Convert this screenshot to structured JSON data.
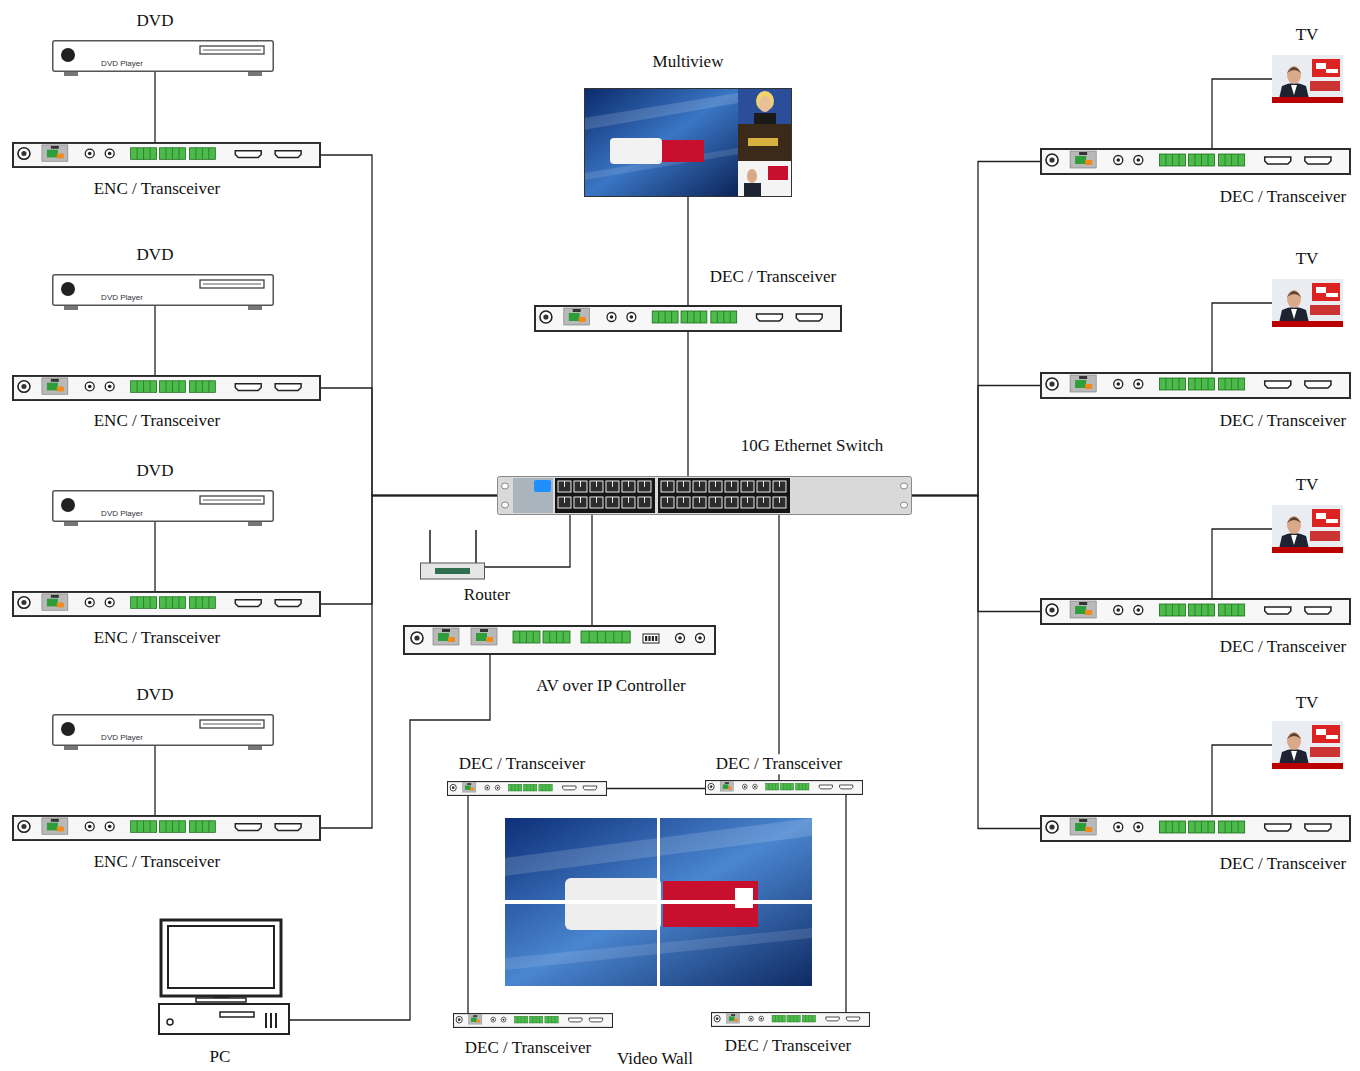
{
  "diagram": {
    "nodes": [
      {
        "text": [
          "DVD",
          "DVD Player"
        ]
      },
      {
        "text": [
          "ENC / Transceiver"
        ]
      },
      {
        "text": [
          "DVD",
          "DVD Player"
        ]
      },
      {
        "text": [
          "ENC / Transceiver"
        ]
      },
      {
        "text": [
          "DVD",
          "DVD Player"
        ]
      },
      {
        "text": [
          "ENC / Transceiver"
        ]
      },
      {
        "text": [
          "DVD",
          "DVD Player"
        ]
      },
      {
        "text": [
          "ENC / Transceiver"
        ]
      },
      {
        "text": [
          "PC"
        ]
      },
      {
        "text": [
          "Multiview"
        ]
      },
      {
        "text": [
          "DEC / Transceiver"
        ]
      },
      {
        "text": [
          "10G Ethernet Switch"
        ]
      },
      {
        "text": [
          "Router"
        ]
      },
      {
        "text": [
          "AV over IP Controller"
        ]
      },
      {
        "text": [
          "DEC / Transceiver"
        ]
      },
      {
        "text": [
          "DEC / Transceiver"
        ]
      },
      {
        "text": [
          "Video Wall"
        ]
      },
      {
        "text": [
          "DEC / Transceiver"
        ]
      },
      {
        "text": [
          "DEC / Transceiver"
        ]
      },
      {
        "text": [
          "TV"
        ]
      },
      {
        "text": [
          "DEC / Transceiver"
        ]
      },
      {
        "text": [
          "TV"
        ]
      },
      {
        "text": [
          "DEC / Transceiver"
        ]
      },
      {
        "text": [
          "TV"
        ]
      },
      {
        "text": [
          "DEC / Transceiver"
        ]
      },
      {
        "text": [
          "TV"
        ]
      },
      {
        "text": [
          "DEC / Transceiver"
        ]
      }
    ],
    "edges": [
      {
        "from": 0,
        "to": 1,
        "arrow": "none"
      },
      {
        "from": 2,
        "to": 3,
        "arrow": "none"
      },
      {
        "from": 4,
        "to": 5,
        "arrow": "none"
      },
      {
        "from": 6,
        "to": 7,
        "arrow": "none"
      },
      {
        "from": 1,
        "to": 11,
        "arrow": "none"
      },
      {
        "from": 3,
        "to": 11,
        "arrow": "none"
      },
      {
        "from": 5,
        "to": 11,
        "arrow": "none"
      },
      {
        "from": 7,
        "to": 11,
        "arrow": "none"
      },
      {
        "from": 9,
        "to": 10,
        "arrow": "none"
      },
      {
        "from": 10,
        "to": 11,
        "arrow": "none"
      },
      {
        "from": 12,
        "to": 11,
        "arrow": "none"
      },
      {
        "from": 13,
        "to": 11,
        "arrow": "none"
      },
      {
        "from": 13,
        "to": 8,
        "arrow": "none"
      },
      {
        "from": 11,
        "to": 15,
        "arrow": "none"
      },
      {
        "from": 14,
        "to": 15,
        "arrow": "none"
      },
      {
        "from": 14,
        "to": 17,
        "arrow": "none"
      },
      {
        "from": 15,
        "to": 18,
        "arrow": "none"
      },
      {
        "from": 11,
        "to": 20,
        "arrow": "none"
      },
      {
        "from": 11,
        "to": 22,
        "arrow": "none"
      },
      {
        "from": 11,
        "to": 24,
        "arrow": "none"
      },
      {
        "from": 11,
        "to": 26,
        "arrow": "none"
      },
      {
        "from": 20,
        "to": 19,
        "arrow": "none"
      },
      {
        "from": 22,
        "to": 21,
        "arrow": "none"
      },
      {
        "from": 24,
        "to": 23,
        "arrow": "none"
      },
      {
        "from": 26,
        "to": 25,
        "arrow": "none"
      }
    ]
  }
}
